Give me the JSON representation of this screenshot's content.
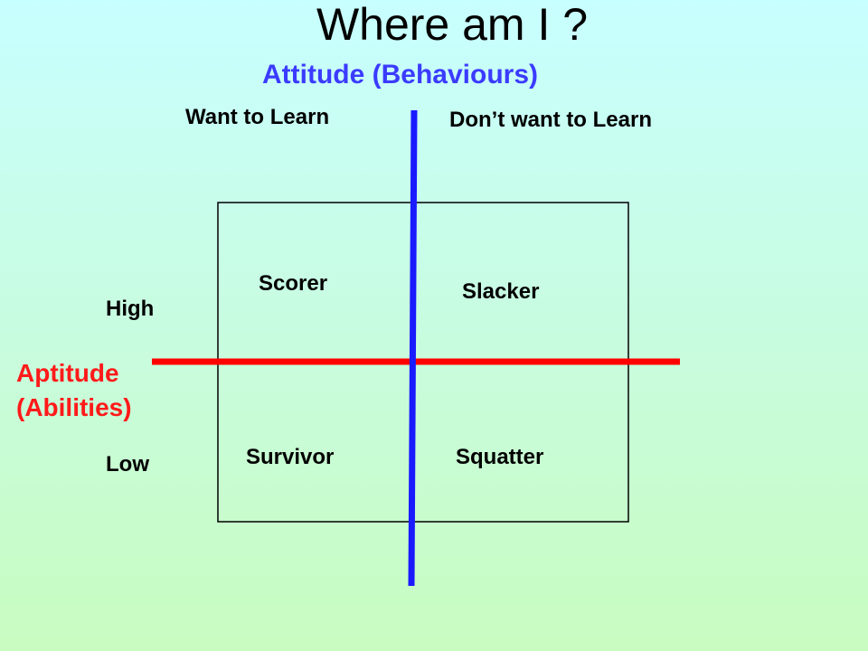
{
  "title": "Where am I ?",
  "x_axis": {
    "label": "Attitude (Behaviours)",
    "left": "Want to Learn",
    "right": "Don’t want to Learn"
  },
  "y_axis": {
    "label_line1": "Aptitude",
    "label_line2": "(Abilities)",
    "high": "High",
    "low": "Low"
  },
  "quadrants": {
    "top_left": "Scorer",
    "top_right": "Slacker",
    "bottom_left": "Survivor",
    "bottom_right": "Squatter"
  },
  "colors": {
    "vertical_axis": "#1a1aff",
    "horizontal_axis": "#ff0000",
    "attitude_label": "#3b3bff",
    "aptitude_label": "#ff1a1a"
  }
}
